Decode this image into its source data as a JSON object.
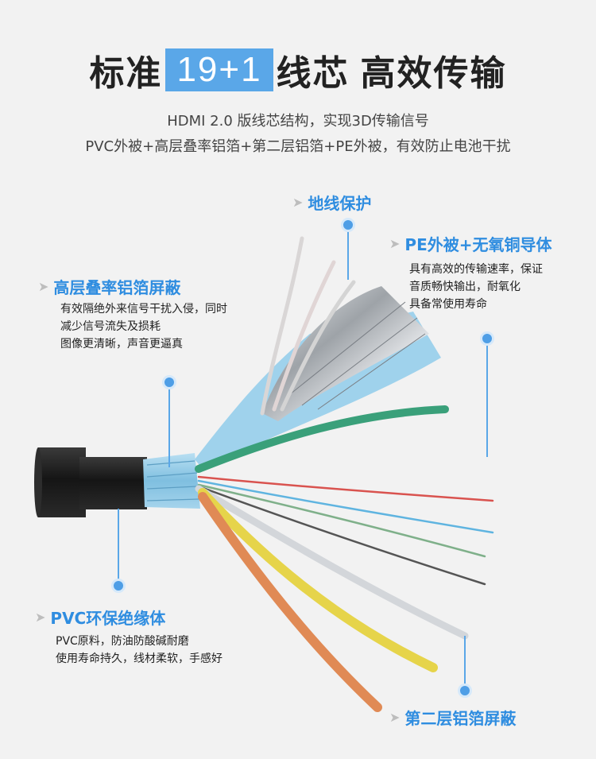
{
  "header": {
    "title_prefix": "标准",
    "title_highlight": "19+1",
    "title_mid": "线芯",
    "title_suffix": "高效传输",
    "subtitle_1": "HDMI 2.0 版线芯结构，实现3D传输信号",
    "subtitle_2": "PVC外被+高层叠率铝箔+第二层铝箔+PE外被，有效防止电池干扰"
  },
  "callouts": {
    "ground": {
      "title": "地线保护"
    },
    "pe": {
      "title": "PE外被+无氧铜导体",
      "desc": [
        "具有高效的传输速率，保证",
        "音质畅快输出，耐氧化",
        "具备常使用寿命"
      ]
    },
    "foil": {
      "title": "高层叠率铝箔屏蔽",
      "desc": [
        "有效隔绝外来信号干扰入侵，同时",
        "减少信号流失及损耗",
        "图像更清晰，声音更逼真"
      ]
    },
    "pvc": {
      "title": "PVC环保绝缘体",
      "desc": [
        "PVC原料，防油防酸碱耐磨",
        "使用寿命持久，线材柔软，手感好"
      ]
    },
    "second_foil": {
      "title": "第二层铝箔屏蔽"
    }
  },
  "colors": {
    "accent": "#2f8de0",
    "highlight_bg": "#5aa7e8",
    "cable_jacket": "#1c1c1c",
    "shield_blue": "#8ec9e8",
    "foil_silver": "#c9ccd0"
  },
  "arrow_glyph": "➤"
}
